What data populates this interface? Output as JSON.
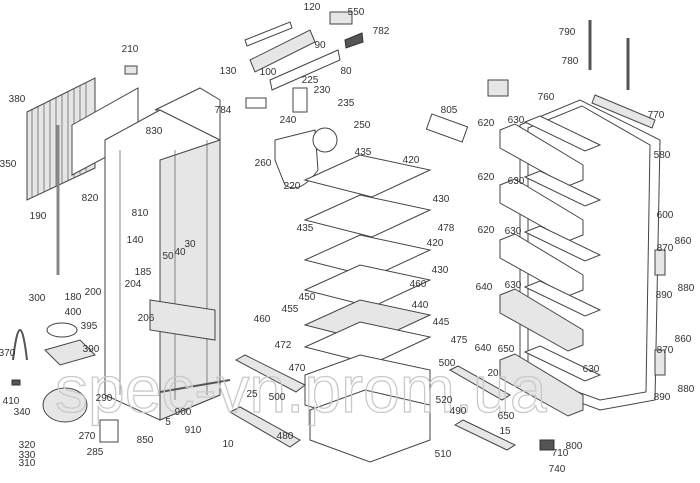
{
  "diagram": {
    "type": "exploded parts diagram",
    "subject": "refrigerator",
    "watermark": "spec-vn.prom.ua",
    "part_labels": [
      "120",
      "550",
      "782",
      "90",
      "130",
      "100",
      "80",
      "225",
      "230",
      "235",
      "784",
      "240",
      "250",
      "260",
      "220",
      "210",
      "380",
      "350",
      "190",
      "830",
      "820",
      "810",
      "140",
      "40",
      "30",
      "50",
      "185",
      "204",
      "206",
      "180",
      "200",
      "300",
      "400",
      "395",
      "390",
      "370",
      "410",
      "340",
      "290",
      "270",
      "285",
      "320",
      "330",
      "310",
      "850",
      "5",
      "900",
      "910",
      "25",
      "500",
      "10",
      "480",
      "435",
      "420",
      "430",
      "478",
      "435",
      "420",
      "430",
      "460",
      "455",
      "450",
      "472",
      "470",
      "460",
      "440",
      "445",
      "475",
      "500",
      "520",
      "490",
      "20",
      "15",
      "510",
      "805",
      "620",
      "630",
      "620",
      "630",
      "620",
      "630",
      "640",
      "630",
      "650",
      "640",
      "650",
      "630",
      "800",
      "710",
      "740",
      "790",
      "780",
      "760",
      "770",
      "580",
      "600",
      "870",
      "860",
      "880",
      "890",
      "860",
      "870",
      "880",
      "890"
    ]
  }
}
